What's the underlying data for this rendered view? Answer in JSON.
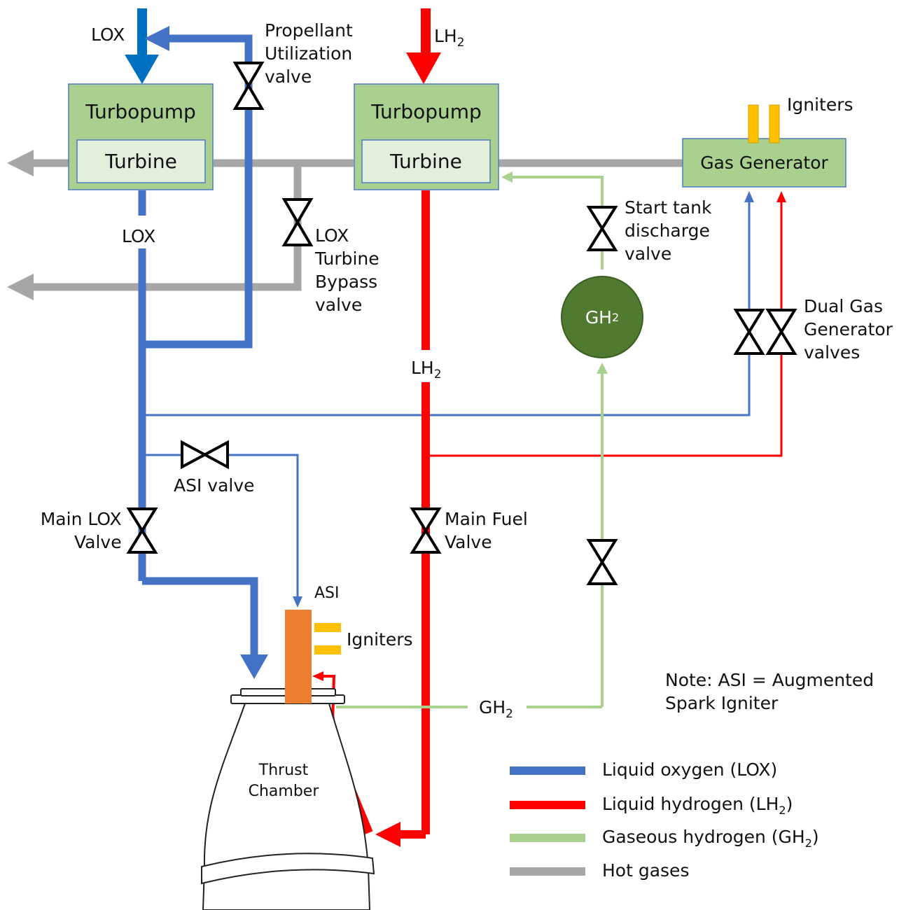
{
  "colors": {
    "lox": "#4472C4",
    "lox_inlet": "#0070C0",
    "lh2": "#FF0000",
    "gh2": "#A9D18E",
    "hot_gas": "#A6A6A6",
    "box_fill": "#A9D08E",
    "box_stroke": "#4E7BBF",
    "turbine_fill": "#E2EFDA",
    "gh2_tank": "#4F7A2F",
    "asi": "#ED7D31",
    "igniter": "#FFC000"
  },
  "components": {
    "lox_turbopump": {
      "label": "Turbopump",
      "turbine_label": "Turbine"
    },
    "lh2_turbopump": {
      "label": "Turbopump",
      "turbine_label": "Turbine"
    },
    "gas_generator": {
      "label": "Gas Generator"
    },
    "gh2_tank": {
      "label": "GH",
      "sub": "2"
    },
    "thrust_chamber": {
      "line1": "Thrust",
      "line2": "Chamber"
    },
    "asi": {
      "label": "ASI"
    }
  },
  "labels": {
    "lox_inlet": "LOX",
    "lh2_inlet": {
      "text": "LH",
      "sub": "2"
    },
    "lox_line": "LOX",
    "lh2_line": {
      "text": "LH",
      "sub": "2"
    },
    "gh2_line": {
      "text": "GH",
      "sub": "2"
    },
    "pu_valve": [
      "Propellant",
      "Utilization",
      "valve"
    ],
    "lox_bypass_valve": [
      "LOX",
      "Turbine",
      "Bypass",
      "valve"
    ],
    "start_tank_valve": [
      "Start tank",
      "discharge",
      "valve"
    ],
    "dual_gg_valves": [
      "Dual Gas",
      "Generator",
      "valves"
    ],
    "asi_valve": "ASI valve",
    "main_lox_valve": [
      "Main LOX",
      "Valve"
    ],
    "main_fuel_valve": [
      "Main Fuel",
      "Valve"
    ],
    "igniters_top": "Igniters",
    "igniters_asi": "Igniters",
    "note": [
      "Note:  ASI = Augmented",
      "Spark Igniter"
    ]
  },
  "legend": [
    {
      "text": "Liquid oxygen (LOX)",
      "sub": "",
      "tail": "",
      "color": "#4472C4"
    },
    {
      "text": "Liquid hydrogen (LH",
      "sub": "2",
      "tail": ")",
      "color": "#FF0000"
    },
    {
      "text": "Gaseous hydrogen (GH",
      "sub": "2",
      "tail": ")",
      "color": "#A9D18E"
    },
    {
      "text": "Hot gases",
      "sub": "",
      "tail": "",
      "color": "#A6A6A6"
    }
  ]
}
